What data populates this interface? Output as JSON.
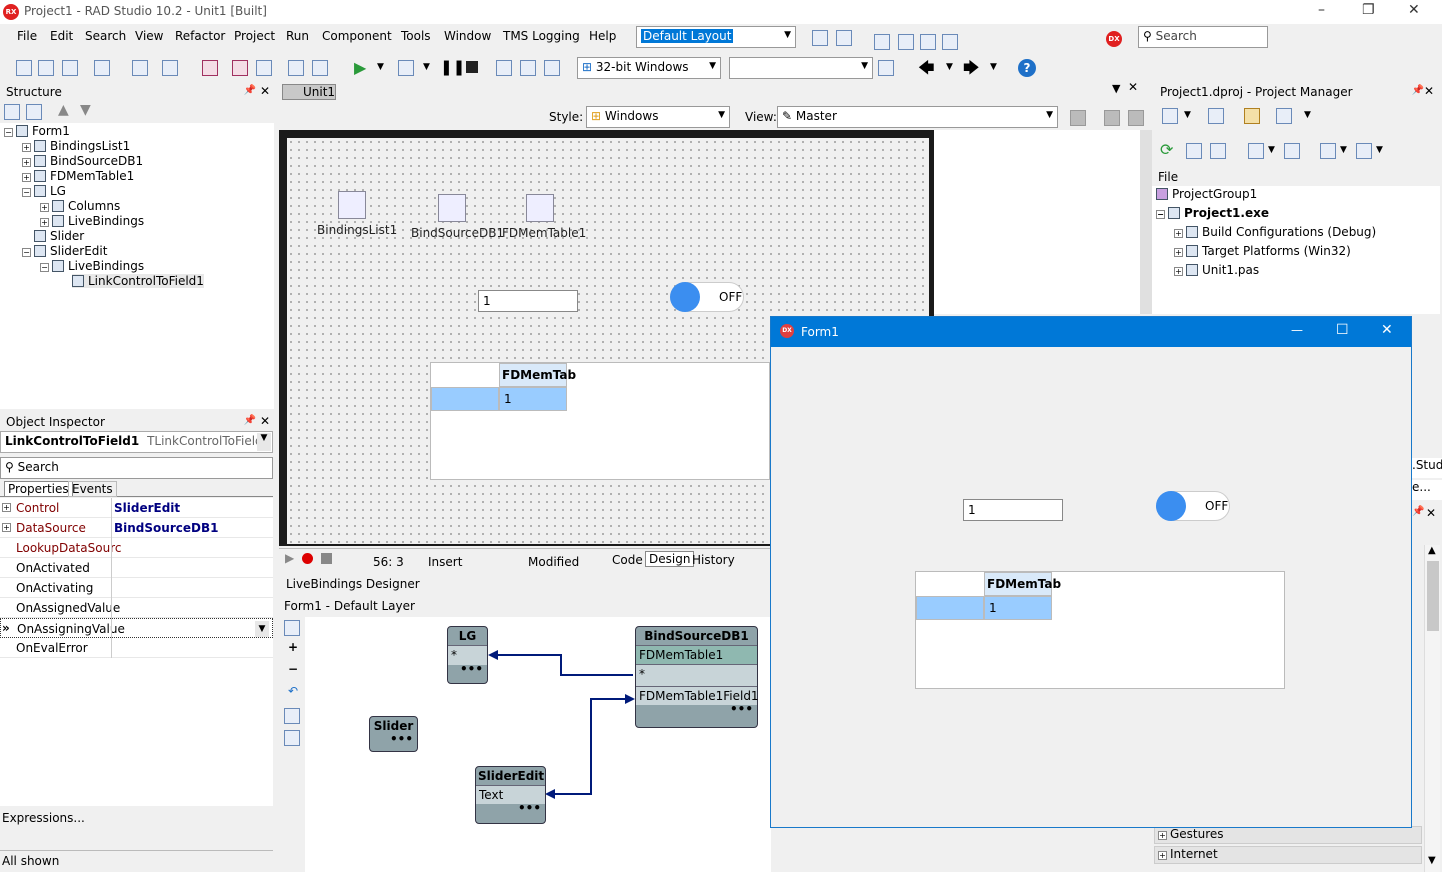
{
  "window": {
    "title": "Project1 - RAD Studio 10.2 - Unit1 [Built]",
    "minimize": "–",
    "restore": "❐",
    "close": "✕",
    "logo": "RX",
    "dx_badge": "DX"
  },
  "menu": [
    "File",
    "Edit",
    "Search",
    "View",
    "Refactor",
    "Project",
    "Run",
    "Component",
    "Tools",
    "Window",
    "TMS Logging",
    "Help"
  ],
  "layout_combo": "Default Layout",
  "search_placeholder": "Search",
  "platform_combo": "32-bit Windows",
  "structure": {
    "title": "Structure",
    "items": [
      "Form1",
      "BindingsList1",
      "BindSourceDB1",
      "FDMemTable1",
      "LG",
      "Columns",
      "LiveBindings",
      "Slider",
      "SliderEdit",
      "LiveBindings",
      "LinkControlToField1"
    ]
  },
  "editor_tab": "Unit1",
  "style_label": "Style:",
  "style_value": "Windows",
  "view_label": "View:",
  "view_value": "Master",
  "form_components": [
    "BindingsList1",
    "BindSourceDB1",
    "FDMemTable1"
  ],
  "edit_value": "1",
  "toggle_text": "OFF",
  "grid": {
    "header": "FDMemTab",
    "cell": "1"
  },
  "object_inspector": {
    "title": "Object Inspector",
    "selected_name": "LinkControlToField1",
    "selected_type": "TLinkControlToField",
    "search_placeholder": "Search",
    "tabs": [
      "Properties",
      "Events"
    ],
    "rows": [
      {
        "k": "Control",
        "v": "SliderEdit"
      },
      {
        "k": "DataSource",
        "v": "BindSourceDB1"
      },
      {
        "k": "LookupDataSourc",
        "v": ""
      },
      {
        "k": "OnActivated",
        "v": ""
      },
      {
        "k": "OnActivating",
        "v": ""
      },
      {
        "k": "OnAssignedValue",
        "v": ""
      },
      {
        "k": "OnAssigningValue",
        "v": ""
      },
      {
        "k": "OnEvalError",
        "v": ""
      }
    ],
    "expressions": "Expressions...",
    "all_shown": "All shown"
  },
  "statusbar": {
    "position": "56:  3",
    "mode": "Insert",
    "state": "Modified",
    "tabs": [
      "Code",
      "Design",
      "History"
    ]
  },
  "livebindings": {
    "title": "LiveBindings Designer",
    "layer": "Form1   - Default Layer",
    "nodes": {
      "lg": {
        "title": "LG",
        "field": "*"
      },
      "slider": {
        "title": "Slider"
      },
      "slideredit": {
        "title": "SliderEdit",
        "field": "Text"
      },
      "bindsource": {
        "title": "BindSourceDB1",
        "sub": "FDMemTable1",
        "field1": "*",
        "field2": "FDMemTable1Field1"
      }
    },
    "dots": "•••"
  },
  "project_manager": {
    "title": "Project1.dproj - Project Manager",
    "file_label": "File",
    "items": [
      "ProjectGroup1",
      "Project1.exe",
      "Build Configurations (Debug)",
      "Target Platforms (Win32)",
      "Unit1.pas"
    ],
    "palette_items": [
      "Gestures",
      "Internet"
    ],
    "partial_text": [
      ".Stud",
      "e..."
    ]
  },
  "popup": {
    "title": "Form1",
    "min": "—",
    "max": "☐",
    "close": "✕"
  }
}
